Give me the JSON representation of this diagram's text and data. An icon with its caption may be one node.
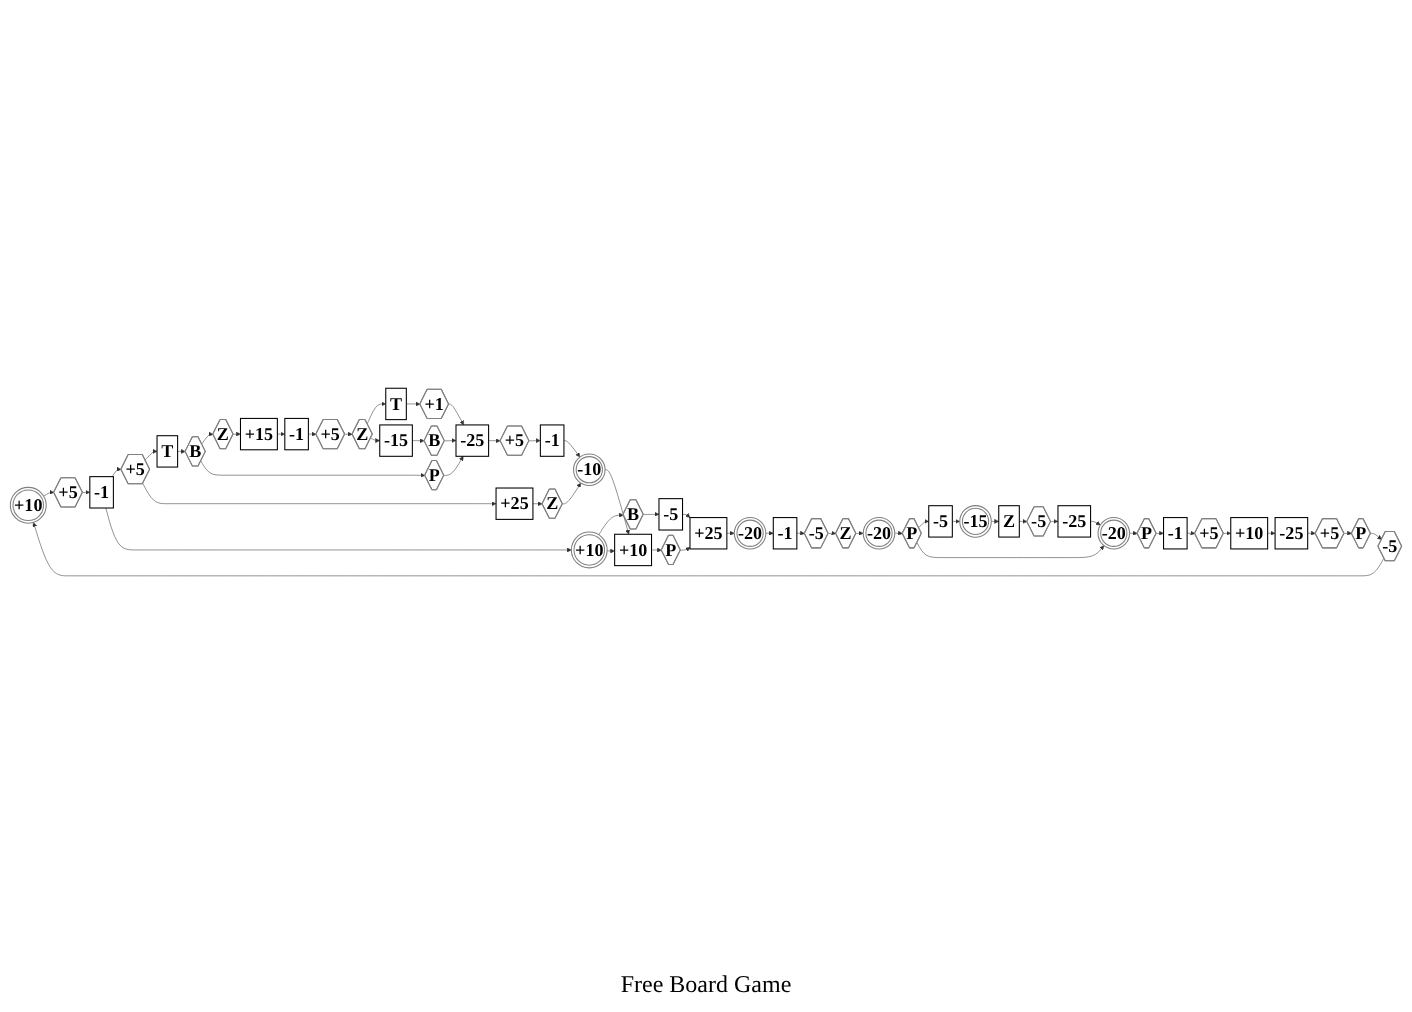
{
  "diagram": {
    "caption": "Free Board Game",
    "nodes": [
      {
        "text": [
          "+10"
        ]
      },
      {
        "text": [
          "+5"
        ]
      },
      {
        "text": [
          "-1"
        ]
      },
      {
        "text": [
          "+5"
        ]
      },
      {
        "text": [
          "T"
        ]
      },
      {
        "text": [
          "B"
        ]
      },
      {
        "text": [
          "Z"
        ]
      },
      {
        "text": [
          "+15"
        ]
      },
      {
        "text": [
          "-1"
        ]
      },
      {
        "text": [
          "+5"
        ]
      },
      {
        "text": [
          "-5"
        ]
      },
      {
        "text": [
          "-5"
        ]
      },
      {
        "text": [
          "B"
        ]
      },
      {
        "text": [
          "+10"
        ]
      },
      {
        "text": [
          "Z"
        ]
      },
      {
        "text": [
          "+25"
        ]
      },
      {
        "text": [
          "P"
        ]
      },
      {
        "text": [
          "+1"
        ]
      },
      {
        "text": [
          "T"
        ]
      },
      {
        "text": [
          "Z"
        ]
      },
      {
        "text": [
          "+25"
        ]
      },
      {
        "text": [
          "P"
        ]
      },
      {
        "text": [
          "+10"
        ]
      },
      {
        "text": [
          "-10"
        ]
      },
      {
        "text": [
          "-1"
        ]
      },
      {
        "text": [
          "+5"
        ]
      },
      {
        "text": [
          "-25"
        ]
      },
      {
        "text": [
          "B"
        ]
      },
      {
        "text": [
          "-15"
        ]
      },
      {
        "text": [
          "-20"
        ]
      },
      {
        "text": [
          "-1"
        ]
      },
      {
        "text": [
          "-5"
        ]
      },
      {
        "text": [
          "Z"
        ]
      },
      {
        "text": [
          "-20"
        ]
      },
      {
        "text": [
          "P"
        ]
      },
      {
        "text": [
          "-5"
        ]
      },
      {
        "text": [
          "-15"
        ]
      },
      {
        "text": [
          "Z"
        ]
      },
      {
        "text": [
          "P"
        ]
      },
      {
        "text": [
          "+10"
        ]
      },
      {
        "text": [
          "+5"
        ]
      },
      {
        "text": [
          "-25"
        ]
      },
      {
        "text": [
          "+5"
        ]
      },
      {
        "text": [
          "-1"
        ]
      },
      {
        "text": [
          "P"
        ]
      },
      {
        "text": [
          "-20"
        ]
      },
      {
        "text": [
          "-25"
        ]
      },
      {
        "text": [
          "-5"
        ]
      }
    ],
    "edges": [
      {
        "from": 10,
        "to": 0,
        "arrow": "to"
      },
      {
        "from": 0,
        "to": 1,
        "arrow": "to"
      },
      {
        "from": 1,
        "to": 2,
        "arrow": "to"
      },
      {
        "from": 2,
        "to": 3,
        "arrow": "to"
      },
      {
        "from": 2,
        "to": 13,
        "arrow": "to"
      },
      {
        "from": 3,
        "to": 4,
        "arrow": "to"
      },
      {
        "from": 3,
        "to": 15,
        "arrow": "to"
      },
      {
        "from": 4,
        "to": 5,
        "arrow": "to"
      },
      {
        "from": 5,
        "to": 6,
        "arrow": "to"
      },
      {
        "from": 5,
        "to": 16,
        "arrow": "to"
      },
      {
        "from": 6,
        "to": 7,
        "arrow": "to"
      },
      {
        "from": 7,
        "to": 8,
        "arrow": "to"
      },
      {
        "from": 8,
        "to": 9,
        "arrow": "to"
      },
      {
        "from": 9,
        "to": 19,
        "arrow": "to"
      },
      {
        "from": 19,
        "to": 18,
        "arrow": "to"
      },
      {
        "from": 18,
        "to": 17,
        "arrow": "to"
      },
      {
        "from": 19,
        "to": 28,
        "arrow": "to"
      },
      {
        "from": 17,
        "to": 26,
        "arrow": "to"
      },
      {
        "from": 16,
        "to": 26,
        "arrow": "to"
      },
      {
        "from": 28,
        "to": 27,
        "arrow": "to"
      },
      {
        "from": 27,
        "to": 26,
        "arrow": "to"
      },
      {
        "from": 26,
        "to": 25,
        "arrow": "to"
      },
      {
        "from": 25,
        "to": 24,
        "arrow": "to"
      },
      {
        "from": 24,
        "to": 23,
        "arrow": "to"
      },
      {
        "from": 15,
        "to": 14,
        "arrow": "to"
      },
      {
        "from": 14,
        "to": 23,
        "arrow": "to"
      },
      {
        "from": 23,
        "to": 22,
        "arrow": "to"
      },
      {
        "from": 13,
        "to": 12,
        "arrow": "to"
      },
      {
        "from": 13,
        "to": 22,
        "arrow": "to"
      },
      {
        "from": 12,
        "to": 11,
        "arrow": "to"
      },
      {
        "from": 11,
        "to": 20,
        "arrow": "to"
      },
      {
        "from": 22,
        "to": 21,
        "arrow": "to"
      },
      {
        "from": 21,
        "to": 20,
        "arrow": "to"
      },
      {
        "from": 20,
        "to": 29,
        "arrow": "to"
      },
      {
        "from": 29,
        "to": 30,
        "arrow": "to"
      },
      {
        "from": 30,
        "to": 31,
        "arrow": "to"
      },
      {
        "from": 31,
        "to": 32,
        "arrow": "to"
      },
      {
        "from": 32,
        "to": 33,
        "arrow": "to"
      },
      {
        "from": 33,
        "to": 34,
        "arrow": "to"
      },
      {
        "from": 34,
        "to": 35,
        "arrow": "to"
      },
      {
        "from": 34,
        "to": 45,
        "arrow": "to"
      },
      {
        "from": 35,
        "to": 36,
        "arrow": "to"
      },
      {
        "from": 36,
        "to": 37,
        "arrow": "to"
      },
      {
        "from": 37,
        "to": 47,
        "arrow": "to"
      },
      {
        "from": 47,
        "to": 46,
        "arrow": "to"
      },
      {
        "from": 46,
        "to": 45,
        "arrow": "to"
      },
      {
        "from": 45,
        "to": 44,
        "arrow": "to"
      },
      {
        "from": 44,
        "to": 43,
        "arrow": "to"
      },
      {
        "from": 43,
        "to": 42,
        "arrow": "to"
      },
      {
        "from": 42,
        "to": 39,
        "arrow": "to"
      },
      {
        "from": 39,
        "to": 41,
        "arrow": "to"
      },
      {
        "from": 41,
        "to": 40,
        "arrow": "to"
      },
      {
        "from": 40,
        "to": 38,
        "arrow": "to"
      },
      {
        "from": 38,
        "to": 10,
        "arrow": "to"
      }
    ]
  }
}
